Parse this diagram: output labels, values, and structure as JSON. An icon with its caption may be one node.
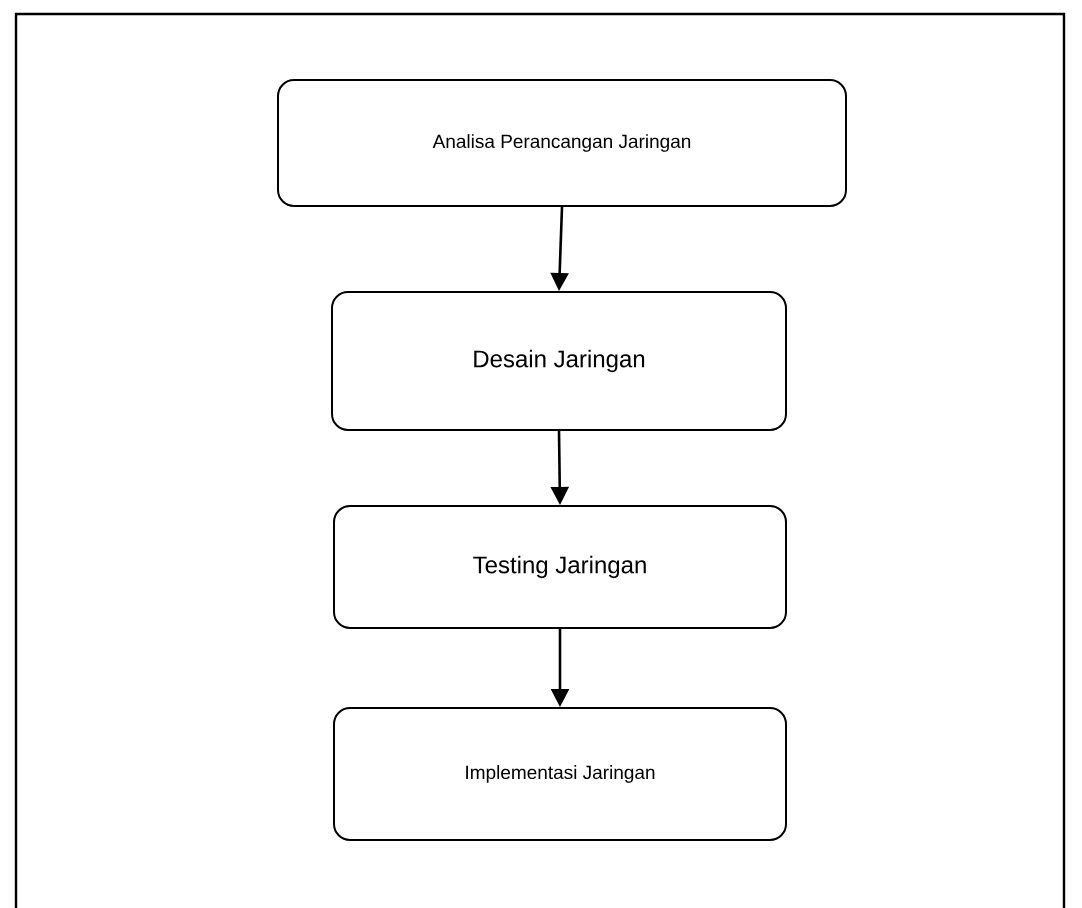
{
  "diagram": {
    "nodes": [
      {
        "text": [
          "Analisa Perancangan Jaringan"
        ]
      },
      {
        "text": [
          "Desain Jaringan"
        ]
      },
      {
        "text": [
          "Testing Jaringan"
        ]
      },
      {
        "text": [
          "Implementasi Jaringan"
        ]
      }
    ],
    "edges": [
      {
        "from": 0,
        "to": 1,
        "arrow": "to"
      },
      {
        "from": 1,
        "to": 2,
        "arrow": "to"
      },
      {
        "from": 2,
        "to": 3,
        "arrow": "to"
      }
    ]
  }
}
